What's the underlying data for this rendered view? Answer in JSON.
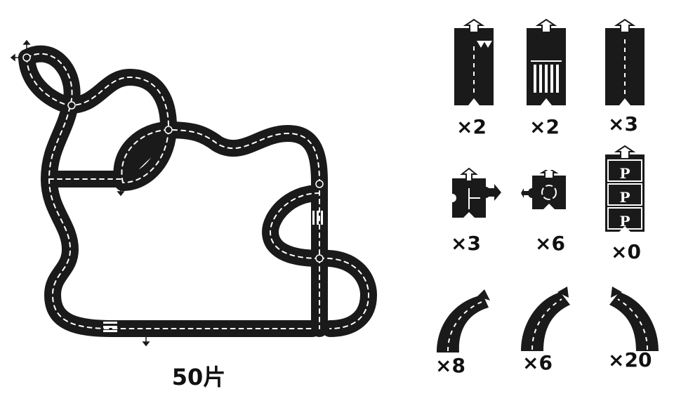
{
  "total": {
    "label": "50片"
  },
  "pieces": [
    {
      "name": "straight-yield",
      "count": "×2"
    },
    {
      "name": "straight-crosswalk",
      "count": "×2"
    },
    {
      "name": "straight-plain",
      "count": "×3"
    },
    {
      "name": "t-junction",
      "count": "×3"
    },
    {
      "name": "roundabout",
      "count": "×6"
    },
    {
      "name": "parking",
      "count": "×0",
      "letters": [
        "P",
        "P",
        "P"
      ]
    },
    {
      "name": "curve-wide",
      "count": "×8"
    },
    {
      "name": "curve-medium",
      "count": "×6"
    },
    {
      "name": "curve-tight",
      "count": "×20"
    }
  ],
  "colors": {
    "road": "#1a1a1a",
    "marking": "#ffffff",
    "text": "#111111"
  }
}
